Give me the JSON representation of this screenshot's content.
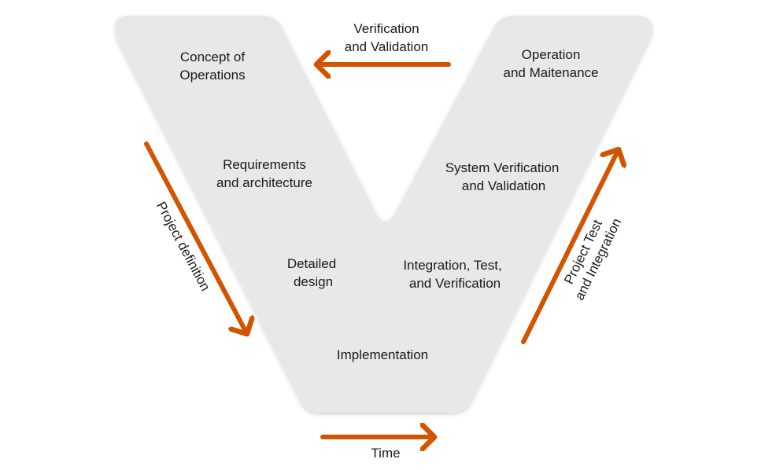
{
  "colors": {
    "arrow": "#d35400",
    "v_fill": "#e8e8e8"
  },
  "labels": {
    "verification_top": [
      "Verification",
      "and Validation"
    ],
    "concept": [
      "Concept of",
      "Operations"
    ],
    "requirements": [
      "Requirements",
      "and architecture"
    ],
    "detailed": [
      "Detailed",
      "design"
    ],
    "implementation": "Implementation",
    "integration": [
      "Integration, Test,",
      "and Verification"
    ],
    "system": [
      "System Verification",
      "and Validation"
    ],
    "operation": [
      "Operation",
      "and Maitenance"
    ],
    "project_definition": "Project definition",
    "project_test": [
      "Project Test",
      "and Integration"
    ],
    "time": "Time"
  }
}
